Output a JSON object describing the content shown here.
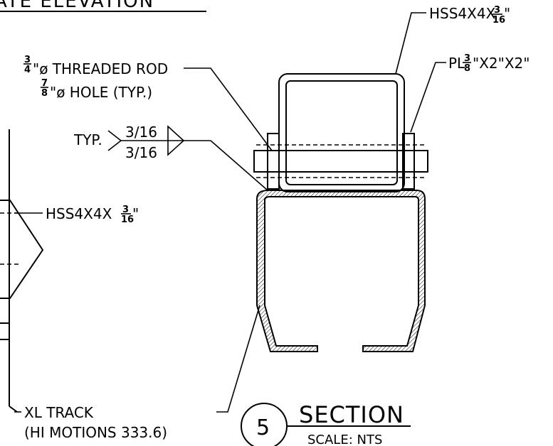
{
  "title_partial": "ATE ELEVATION",
  "labels": {
    "hss_top": "HSS4X4X",
    "hss_top_frac_num": "3",
    "hss_top_frac_den": "16",
    "hss_top_inch": "\"",
    "plate": "PL",
    "plate_frac_num": "3",
    "plate_frac_den": "8",
    "plate_rest": "\"X2\"X2\"",
    "rod_frac_num": "3",
    "rod_frac_den": "4",
    "rod_text": "\"ø THREADED ROD",
    "hole_frac_num": "7",
    "hole_frac_den": "8",
    "hole_text": "\"ø HOLE (TYP.)",
    "weld_typ": "TYP.",
    "weld_top": "3/16",
    "weld_bottom": "3/16",
    "hss_left": "HSS4X4X",
    "hss_left_frac_num": "3",
    "hss_left_frac_den": "16",
    "hss_left_inch": "\"",
    "track_line1": "XL TRACK",
    "track_line2": "(HI MOTIONS 333.6)"
  },
  "section": {
    "number": "5",
    "title": "SECTION",
    "scale": "SCALE: NTS"
  }
}
